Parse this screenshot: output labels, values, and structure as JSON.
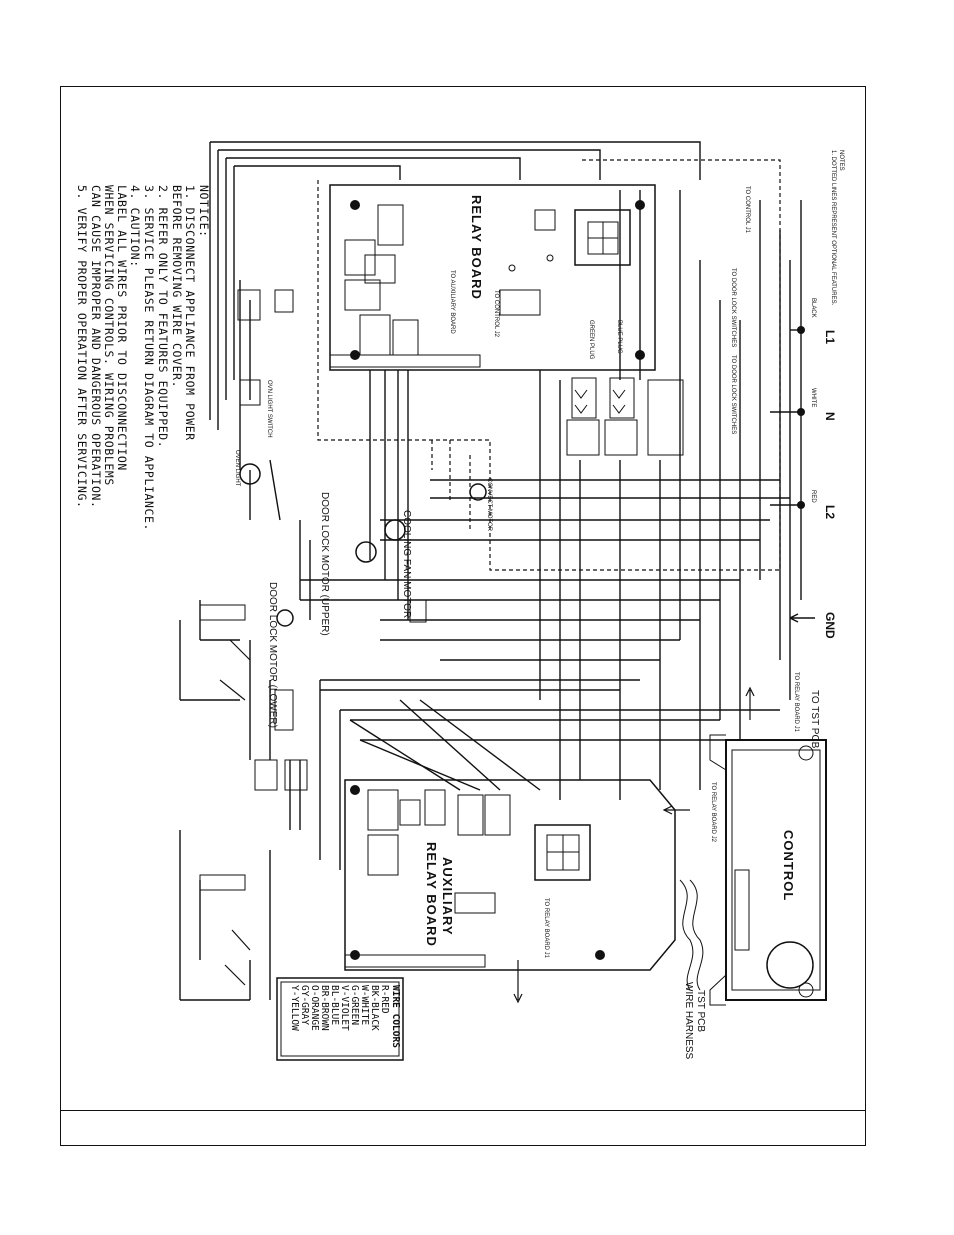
{
  "notice": {
    "title": "NOTICE:",
    "items": [
      "1. DISCONNECT APPLIANCE FROM POWER",
      "   BEFORE REMOVING WIRE COVER.",
      "2. REFER ONLY TO FEATURES EQUIPPED.",
      "3. SERVICE PLEASE RETURN DIAGRAM TO APPLIANCE.",
      "4. CAUTION:",
      "   LABEL ALL WIRES PRIOR TO DISCONNECTION",
      "   WHEN SERVICING CONTROLS. WIRING PROBLEMS",
      "   CAN CAUSE IMPROPER AND DANGEROUS OPERATION.",
      "5. VERIFY PROPER OPERATION AFTER SERVICING."
    ]
  },
  "notes": {
    "title": "NOTES",
    "line": "1. DOTTED LINES REPRESENT OPTIONAL FEATURES."
  },
  "power": {
    "l1": "L1",
    "n": "N",
    "l2": "L2",
    "gnd": "GND",
    "black": "BLACK",
    "white": "WHITE",
    "red": "RED"
  },
  "relay_board": {
    "title": "RELAY BOARD",
    "to_control_j1": "TO CONTROL J1",
    "to_control_j2": "TO CONTROL J2",
    "to_aux_board": "TO AUXILIARY BOARD",
    "to_door_lock_upper": "TO DOOR LOCK SWITCHES",
    "to_door_lock_lower": "TO DOOR LOCK SWITCHES",
    "green_plug": "GREEN PLUG",
    "blue_plug": "BLUE PLUG"
  },
  "aux_board": {
    "title_1": "AUXILIARY",
    "title_2": "RELAY BOARD",
    "to_relay_board_j1": "TO RELAY BOARD J1"
  },
  "control": {
    "label": "CONTROL",
    "to_tst_pcb": "TO TST PCB",
    "to_relay_board_j1": "TO RELAY BOARD J1",
    "to_relay_board_j2": "TO RELAY BOARD J2",
    "tst_pcb": "TST PCB",
    "wire_harness": "WIRE HARNESS"
  },
  "components": {
    "door_lock_upper": "DOOR LOCK MOTOR (UPPER)",
    "door_lock_lower": "DOOR LOCK MOTOR (LOWER)",
    "cooling_fan": "COOLING FAN MOTOR",
    "convect_motor": "CONVECT MOTOR",
    "ovn_light_switch": "OVN LIGHT SWITCH",
    "oven_light": "OVEN LIGHT"
  },
  "wire_colors": {
    "title": "WIRE COLORS",
    "entries": [
      "R-RED",
      "BK-BLACK",
      "W-WHITE",
      "G-GREEN",
      "V-VIOLET",
      "BL-BLUE",
      "BR-BROWN",
      "O-ORANGE",
      "GY-GRAY",
      "Y-YELLOW"
    ]
  }
}
